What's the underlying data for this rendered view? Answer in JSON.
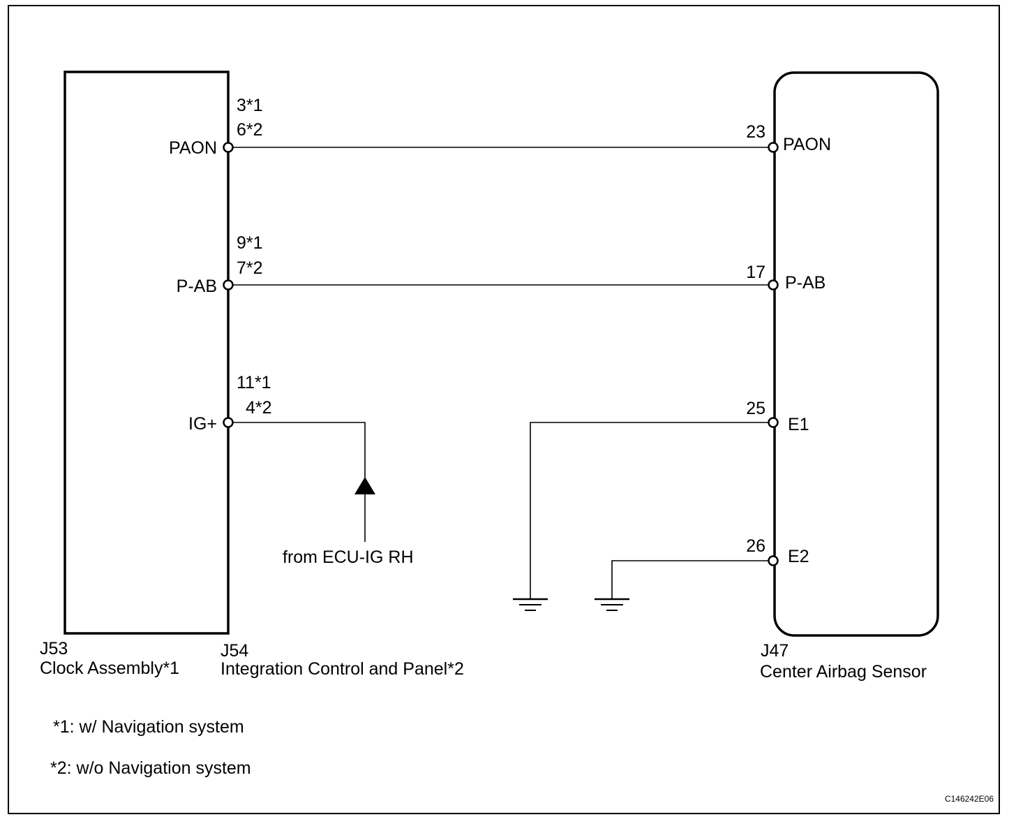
{
  "components": {
    "left": {
      "connector_a": "J53",
      "name_a": "Clock Assembly*1",
      "connector_b": "J54",
      "name_b": "Integration Control and Panel*2"
    },
    "right": {
      "connector": "J47",
      "name": "Center Airbag Sensor"
    }
  },
  "left_pins": [
    {
      "name": "PAON",
      "num1": "3*1",
      "num2": "6*2"
    },
    {
      "name": "P-AB",
      "num1": "9*1",
      "num2": "7*2"
    },
    {
      "name": "IG+",
      "num1": "11*1",
      "num2": "4*2"
    }
  ],
  "right_pins": [
    {
      "name": "PAON",
      "num": "23"
    },
    {
      "name": "P-AB",
      "num": "17"
    },
    {
      "name": "E1",
      "num": "25"
    },
    {
      "name": "E2",
      "num": "26"
    }
  ],
  "source_label": "from ECU-IG RH",
  "notes": [
    "*1: w/ Navigation system",
    "*2: w/o Navigation system"
  ],
  "figure_code": "C146242E06"
}
